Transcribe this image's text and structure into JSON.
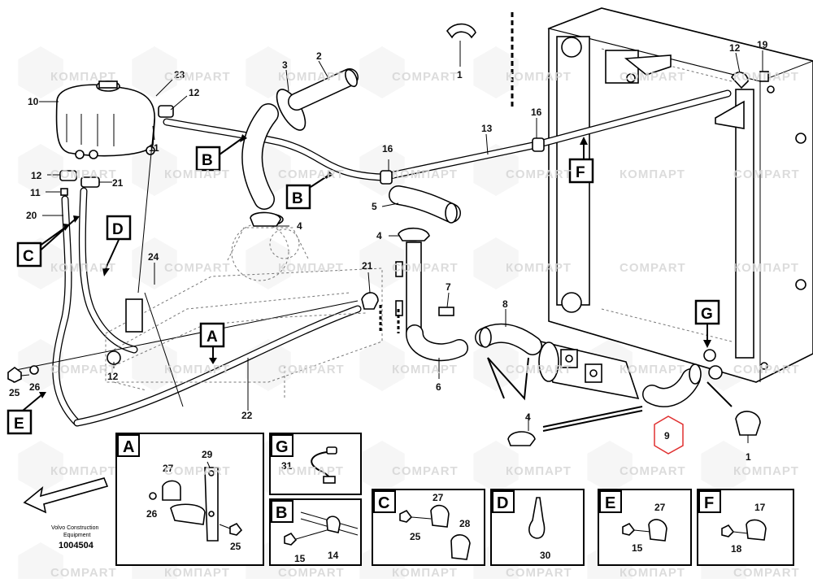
{
  "watermarks": [
    "КОМПАРТ",
    "COMPART"
  ],
  "footer": {
    "manufacturer": "Volvo Construction\nEquipment",
    "manufacturer_line1": "Volvo Construction",
    "manufacturer_line2": "Equipment",
    "drawing_number": "1004504"
  },
  "callouts": {
    "c1a": "1",
    "c1b": "1",
    "c2": "2",
    "c3": "3",
    "c4a": "4",
    "c4b": "4",
    "c4c": "4",
    "c5": "5",
    "c6": "6",
    "c7": "7",
    "c8": "8",
    "c9": "9",
    "c10": "10",
    "c11a": "11",
    "c11b": "11",
    "c12a": "12",
    "c12b": "12",
    "c12c": "12",
    "c12d": "12",
    "c13": "13",
    "c16a": "16",
    "c16b": "16",
    "c19": "19",
    "c20": "20",
    "c21a": "21",
    "c21b": "21",
    "c22": "22",
    "c23": "23",
    "c24": "24",
    "c25": "25",
    "c26": "26"
  },
  "view_labels": {
    "A": "A",
    "B1": "B",
    "B2": "B",
    "C": "C",
    "D": "D",
    "E": "E",
    "F": "F",
    "G": "G"
  },
  "detail_panels": {
    "A": {
      "label": "A",
      "parts": [
        "29",
        "27",
        "26",
        "25"
      ]
    },
    "G": {
      "label": "G",
      "parts": [
        "31"
      ]
    },
    "B": {
      "label": "B",
      "parts": [
        "15",
        "14"
      ]
    },
    "C": {
      "label": "C",
      "parts": [
        "27",
        "28",
        "25"
      ]
    },
    "D": {
      "label": "D",
      "parts": [
        "30"
      ]
    },
    "E": {
      "label": "E",
      "parts": [
        "27",
        "15"
      ]
    },
    "F": {
      "label": "F",
      "parts": [
        "17",
        "18"
      ]
    }
  },
  "colors": {
    "line": "#000000",
    "watermark": "#d6d6d6",
    "highlight_hex": "#e03030",
    "background": "#ffffff"
  }
}
